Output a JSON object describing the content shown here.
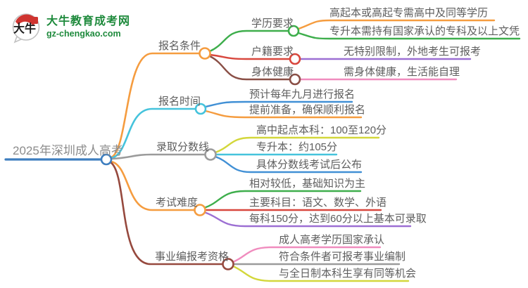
{
  "brand": {
    "logo_title": "大牛教育成考网",
    "logo_url": "gz-chengkao.com",
    "logo_icon_text": "大牛"
  },
  "colors": {
    "root_blue": "#3D7EBF",
    "orange": "#F59C3F",
    "cyan": "#45C3DC",
    "gray": "#9B9B9B",
    "brown": "#96493E",
    "maroon": "#8A4F46",
    "green": "#3EAE4C",
    "red": "#D8473D",
    "purple": "#9C6FD3",
    "pink": "#F08CBE",
    "blue": "#4190D5",
    "yellow_green": "#D3D73B",
    "text": "#5E5E5E",
    "root_text": "#8C8C8C",
    "logo_green": "#1E8A3C",
    "logo_red": "#CF3430"
  },
  "mindmap": {
    "root": "2025年深圳成人高考",
    "branches": [
      {
        "label": "报名条件",
        "children": [
          {
            "label": "学历要求",
            "children": [
              {
                "label": "高起本或高起专需高中及同等学历"
              },
              {
                "label": "专升本需持有国家承认的专科及以上文凭"
              }
            ]
          },
          {
            "label": "户籍要求",
            "children": [
              {
                "label": "无特别限制，外地考生可报考"
              }
            ]
          },
          {
            "label": "身体健康",
            "children": [
              {
                "label": "需身体健康，生活能自理"
              }
            ]
          }
        ]
      },
      {
        "label": "报名时间",
        "children": [
          {
            "label": "预计每年九月进行报名"
          },
          {
            "label": "提前准备，确保顺利报名"
          }
        ]
      },
      {
        "label": "录取分数线",
        "children": [
          {
            "label": "高中起点本科：100至120分"
          },
          {
            "label": "专升本：约105分"
          },
          {
            "label": "具体分数线考试后公布"
          }
        ]
      },
      {
        "label": "考试难度",
        "children": [
          {
            "label": "相对较低，基础知识为主"
          },
          {
            "label": "主要科目：语文、数学、外语"
          },
          {
            "label": "每科150分，达到60分以上基本可录取"
          }
        ]
      },
      {
        "label": "事业编报考资格",
        "children": [
          {
            "label": "成人高考学历国家承认"
          },
          {
            "label": "符合条件者可报考事业编制"
          },
          {
            "label": "与全日制本科生享有同等机会"
          }
        ]
      }
    ]
  }
}
